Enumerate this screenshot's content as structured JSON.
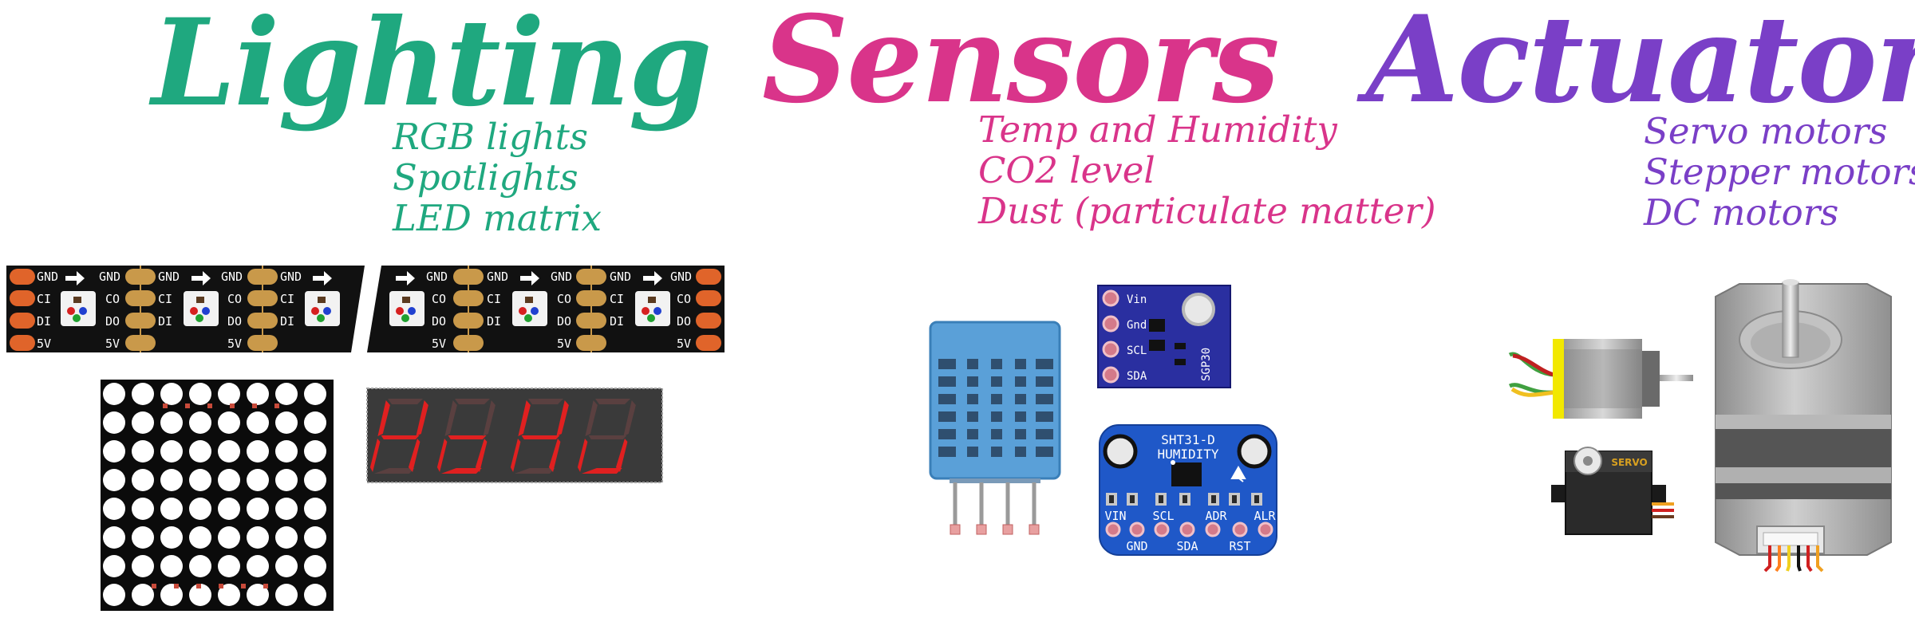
{
  "sections": {
    "lighting": {
      "title": "Lighting",
      "color": "#1fa87f",
      "items": [
        "RGB lights",
        "Spotlights",
        "LED matrix"
      ]
    },
    "sensors": {
      "title": "Sensors",
      "color": "#d9348a",
      "items": [
        "Temp and Humidity",
        "CO2 level",
        "Dust (particulate matter)"
      ]
    },
    "actuators": {
      "title": "Actuators",
      "color": "#7a3fc7",
      "items": [
        "Servo motors",
        "Stepper motors",
        "DC motors"
      ]
    }
  },
  "led_strip": {
    "pins_left": [
      "GND",
      "CI",
      "DI",
      "5V"
    ],
    "pins_right": [
      "GND",
      "CO",
      "DO",
      "5V"
    ]
  },
  "sgp30": {
    "pins": [
      "Vin",
      "Gnd",
      "SCL",
      "SDA"
    ],
    "chip_label": "SGP30"
  },
  "sht31": {
    "title_line1": "SHT31-D",
    "title_line2": "HUMIDITY",
    "top_pins": [
      "VIN",
      "SCL",
      "ADR",
      "ALR"
    ],
    "bottom_pins": [
      "GND",
      "SDA",
      "RST"
    ]
  },
  "servo": {
    "label": "SERVO"
  }
}
